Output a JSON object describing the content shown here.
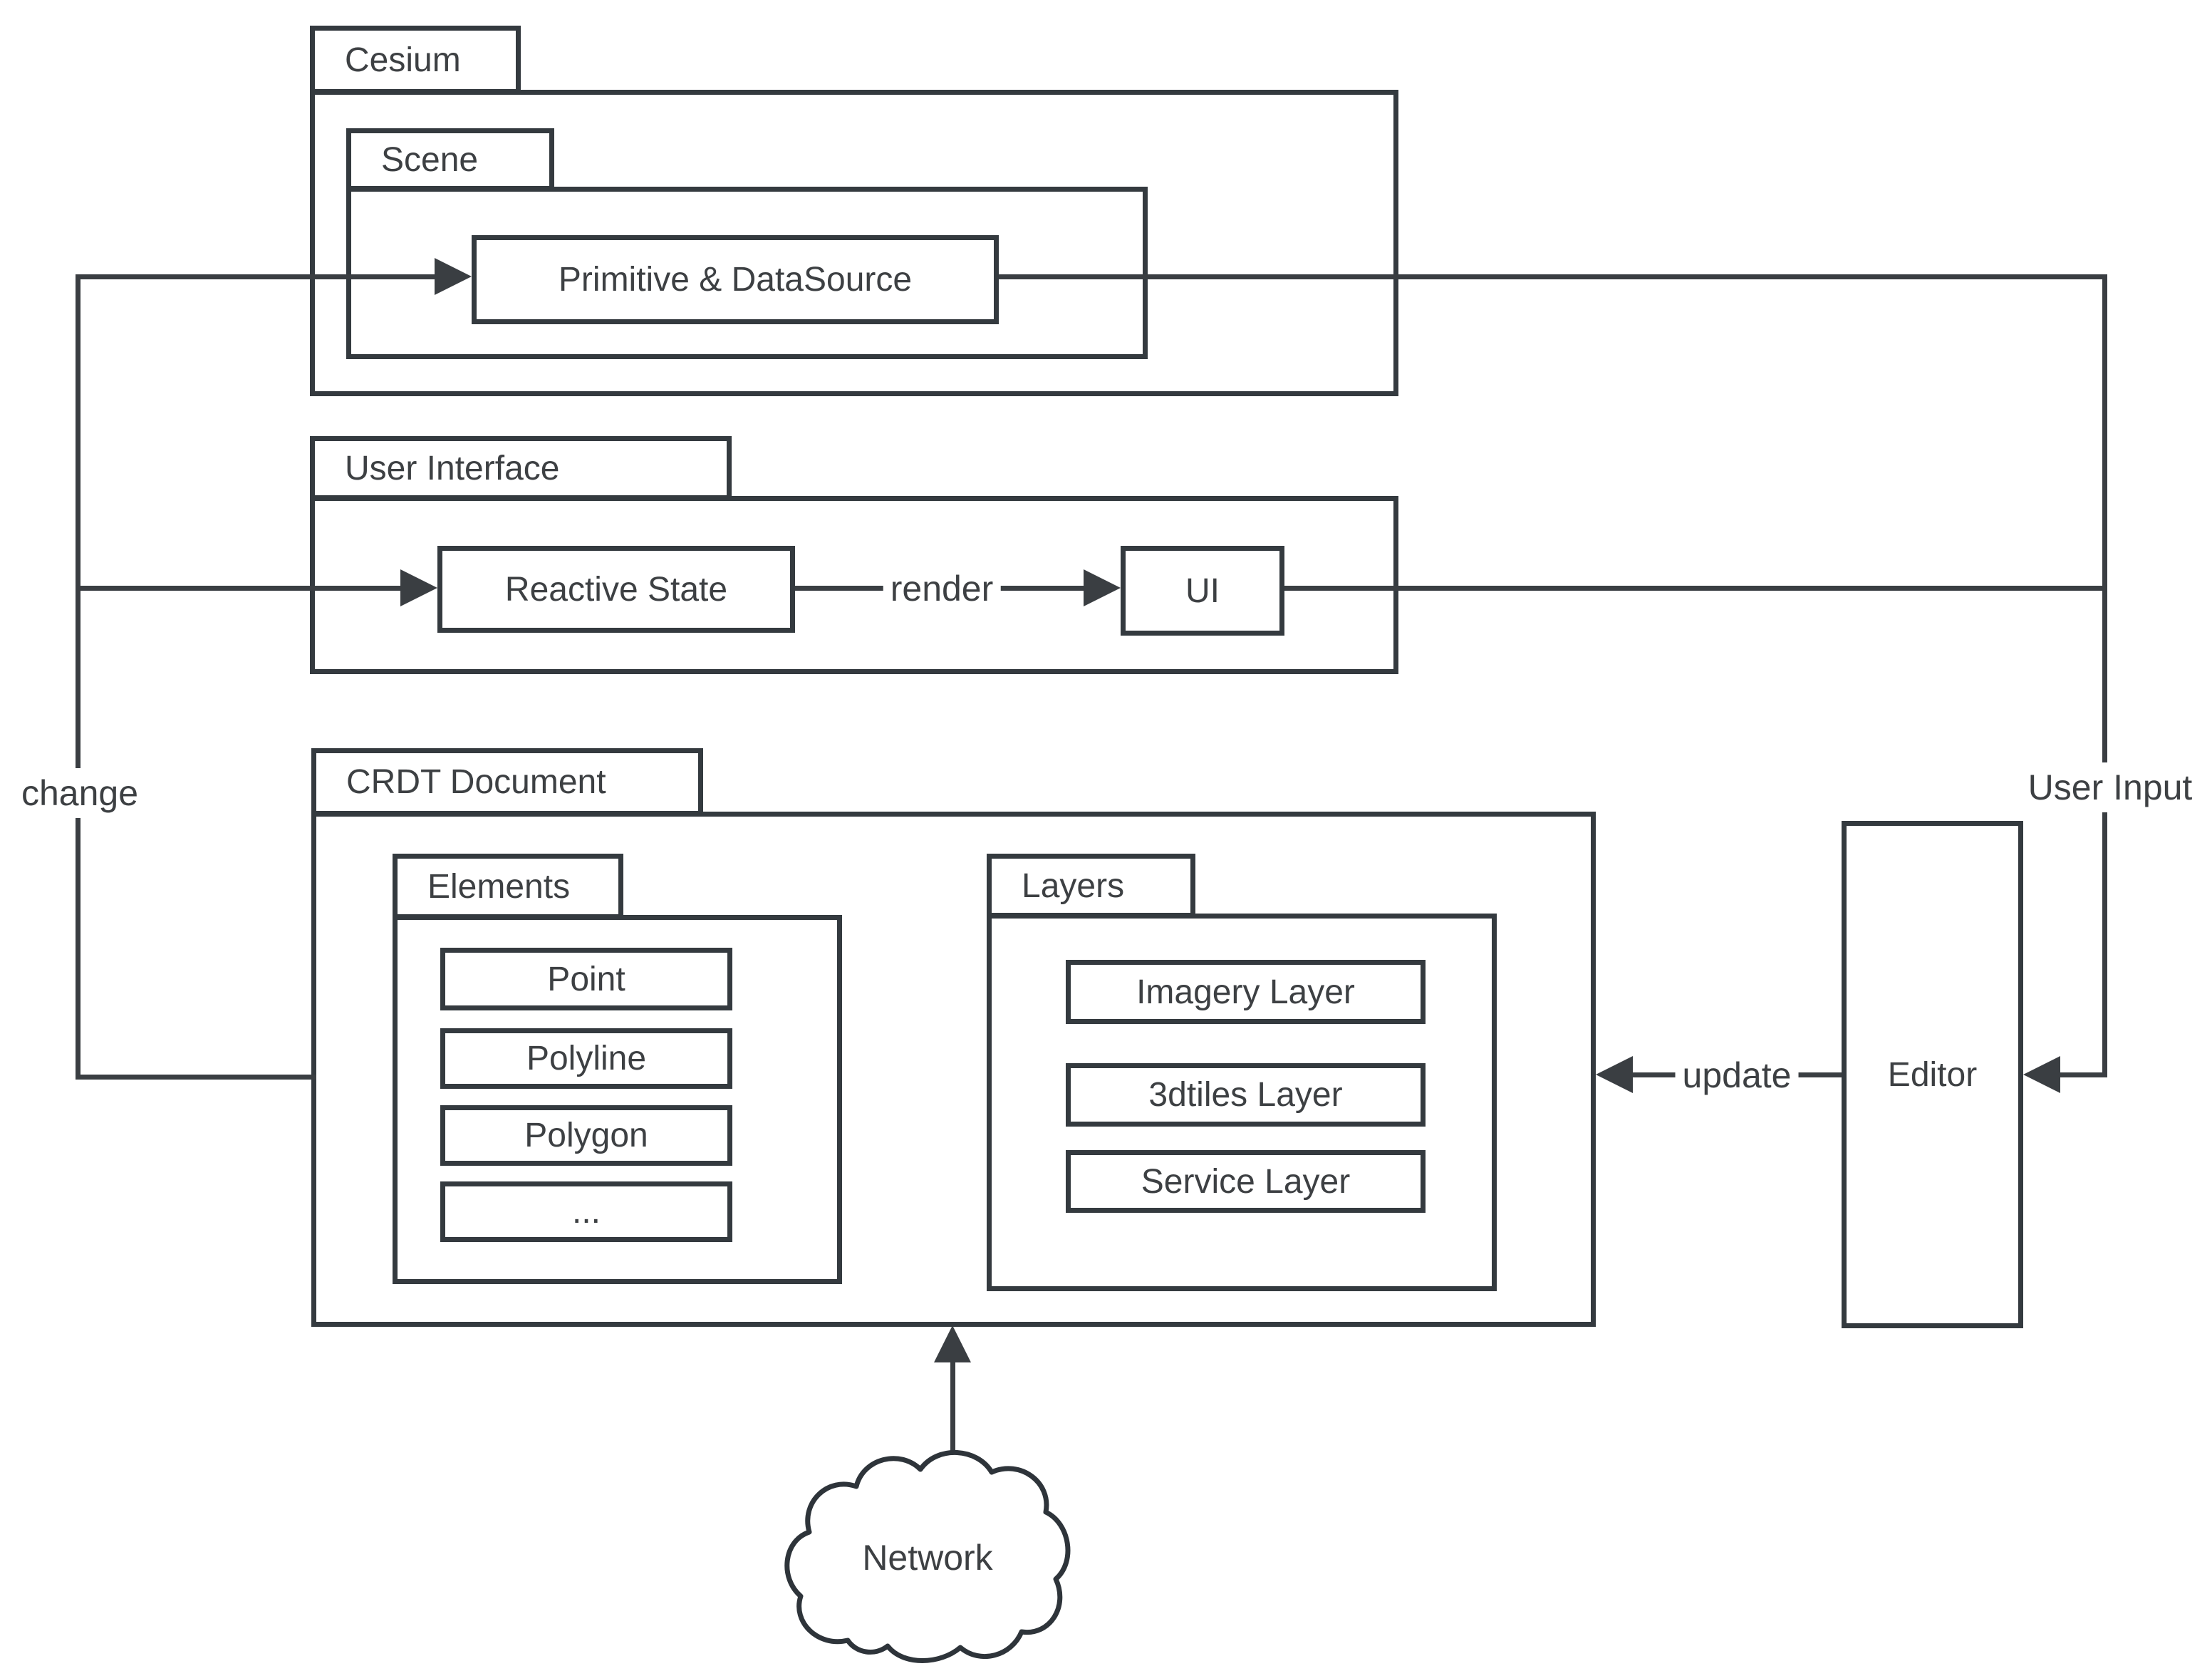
{
  "diagram": {
    "title_note": "Architecture diagram of a collaborative Cesium editor",
    "packages": {
      "cesium": {
        "label": "Cesium"
      },
      "scene": {
        "label": "Scene"
      },
      "user_interface": {
        "label": "User Interface"
      },
      "crdt_document": {
        "label": "CRDT Document"
      },
      "elements": {
        "label": "Elements"
      },
      "layers": {
        "label": "Layers"
      }
    },
    "nodes": {
      "primitive_datasource": {
        "label": "Primitive & DataSource"
      },
      "reactive_state": {
        "label": "Reactive State"
      },
      "ui": {
        "label": "UI"
      },
      "point": {
        "label": "Point"
      },
      "polyline": {
        "label": "Polyline"
      },
      "polygon": {
        "label": "Polygon"
      },
      "ellipsis": {
        "label": "..."
      },
      "imagery_layer": {
        "label": "Imagery Layer"
      },
      "tiles_layer": {
        "label": "3dtiles Layer"
      },
      "service_layer": {
        "label": "Service Layer"
      },
      "editor": {
        "label": "Editor"
      },
      "network": {
        "label": "Network"
      }
    },
    "edge_labels": {
      "change": "change",
      "render": "render",
      "update": "update",
      "user_input": "User Input"
    },
    "colors": {
      "line": "#3a3e42",
      "box_border": "#343a3f",
      "text": "#3d4043",
      "background": "#ffffff"
    }
  }
}
